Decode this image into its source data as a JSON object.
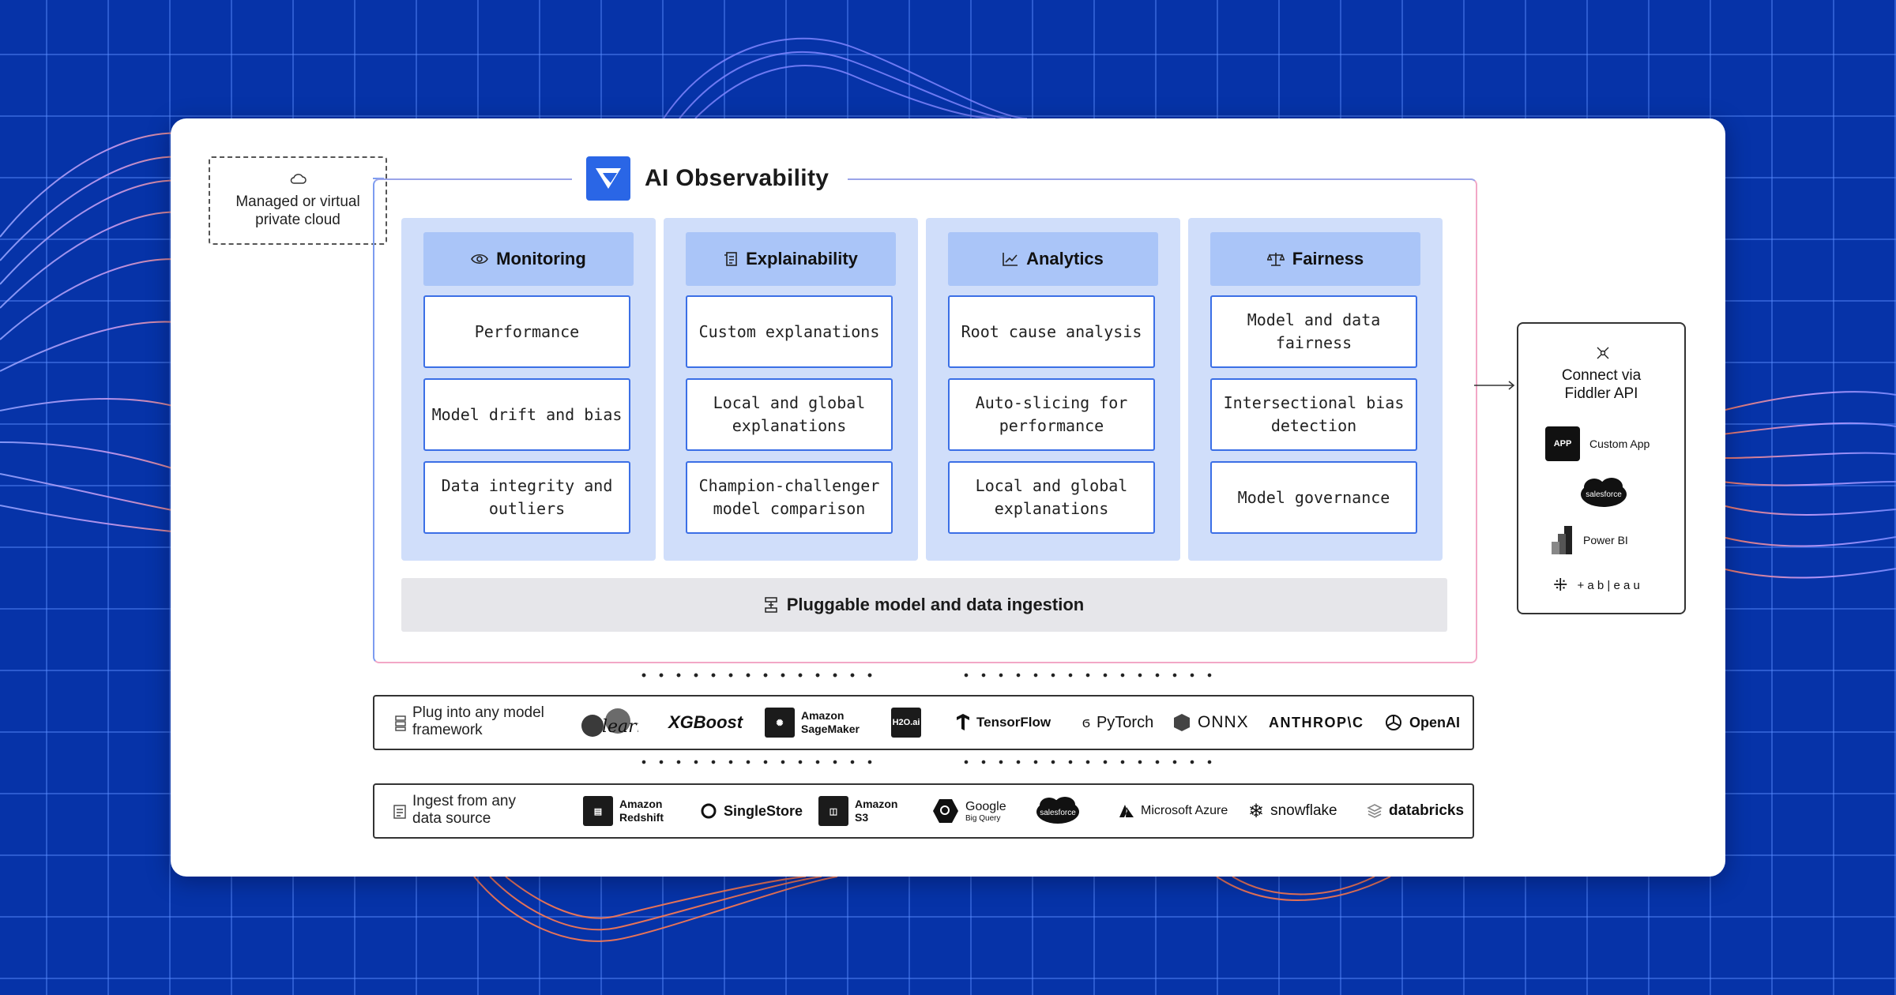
{
  "cloud": {
    "label": "Managed or virtual private cloud",
    "icon": "cloud-icon"
  },
  "observability": {
    "title": "AI Observability",
    "logo": "fiddler-logo"
  },
  "columns": [
    {
      "title": "Monitoring",
      "icon": "eye-icon",
      "items": [
        "Performance",
        "Model drift and bias",
        "Data integrity and outliers"
      ]
    },
    {
      "title": "Explainability",
      "icon": "document-icon",
      "items": [
        "Custom explanations",
        "Local and global explanations",
        "Champion-challenger model comparison"
      ]
    },
    {
      "title": "Analytics",
      "icon": "chart-icon",
      "items": [
        "Root cause analysis",
        "Auto-slicing for performance",
        "Local and global explanations"
      ]
    },
    {
      "title": "Fairness",
      "icon": "scale-icon",
      "items": [
        "Model and data fairness",
        "Intersectional bias detection",
        "Model governance"
      ]
    }
  ],
  "ingestion": {
    "label": "Pluggable model and data ingestion",
    "icon": "ingestion-icon"
  },
  "frameworks": {
    "label": "Plug into any model framework",
    "logos": {
      "sklearn": "learn",
      "xgboost": "XGBoost",
      "sagemaker": "Amazon SageMaker",
      "h2o": "H2O.ai",
      "tensorflow": "TensorFlow",
      "pytorch": "PyTorch",
      "onnx": "ONNX",
      "anthropic": "ANTHROP\\C",
      "openai": "OpenAI"
    }
  },
  "sources": {
    "label": "Ingest from any data source",
    "logos": {
      "redshift": "Amazon Redshift",
      "singlestore": "SingleStore",
      "s3": "Amazon S3",
      "bigquery_main": "Google",
      "bigquery_sub": "Big Query",
      "salesforce": "salesforce",
      "azure": "Microsoft Azure",
      "snowflake": "snowflake",
      "databricks": "databricks"
    }
  },
  "api": {
    "title": "Connect via Fiddler API",
    "items": {
      "custom_app_badge": "APP",
      "custom_app": "Custom App",
      "salesforce": "salesforce",
      "powerbi": "Power BI",
      "tableau": "+ a b | e a u"
    }
  },
  "colors": {
    "accent": "#2a66e6",
    "background": "#0633a8",
    "column_bg": "#d0defa",
    "column_head": "#aac5f8"
  }
}
